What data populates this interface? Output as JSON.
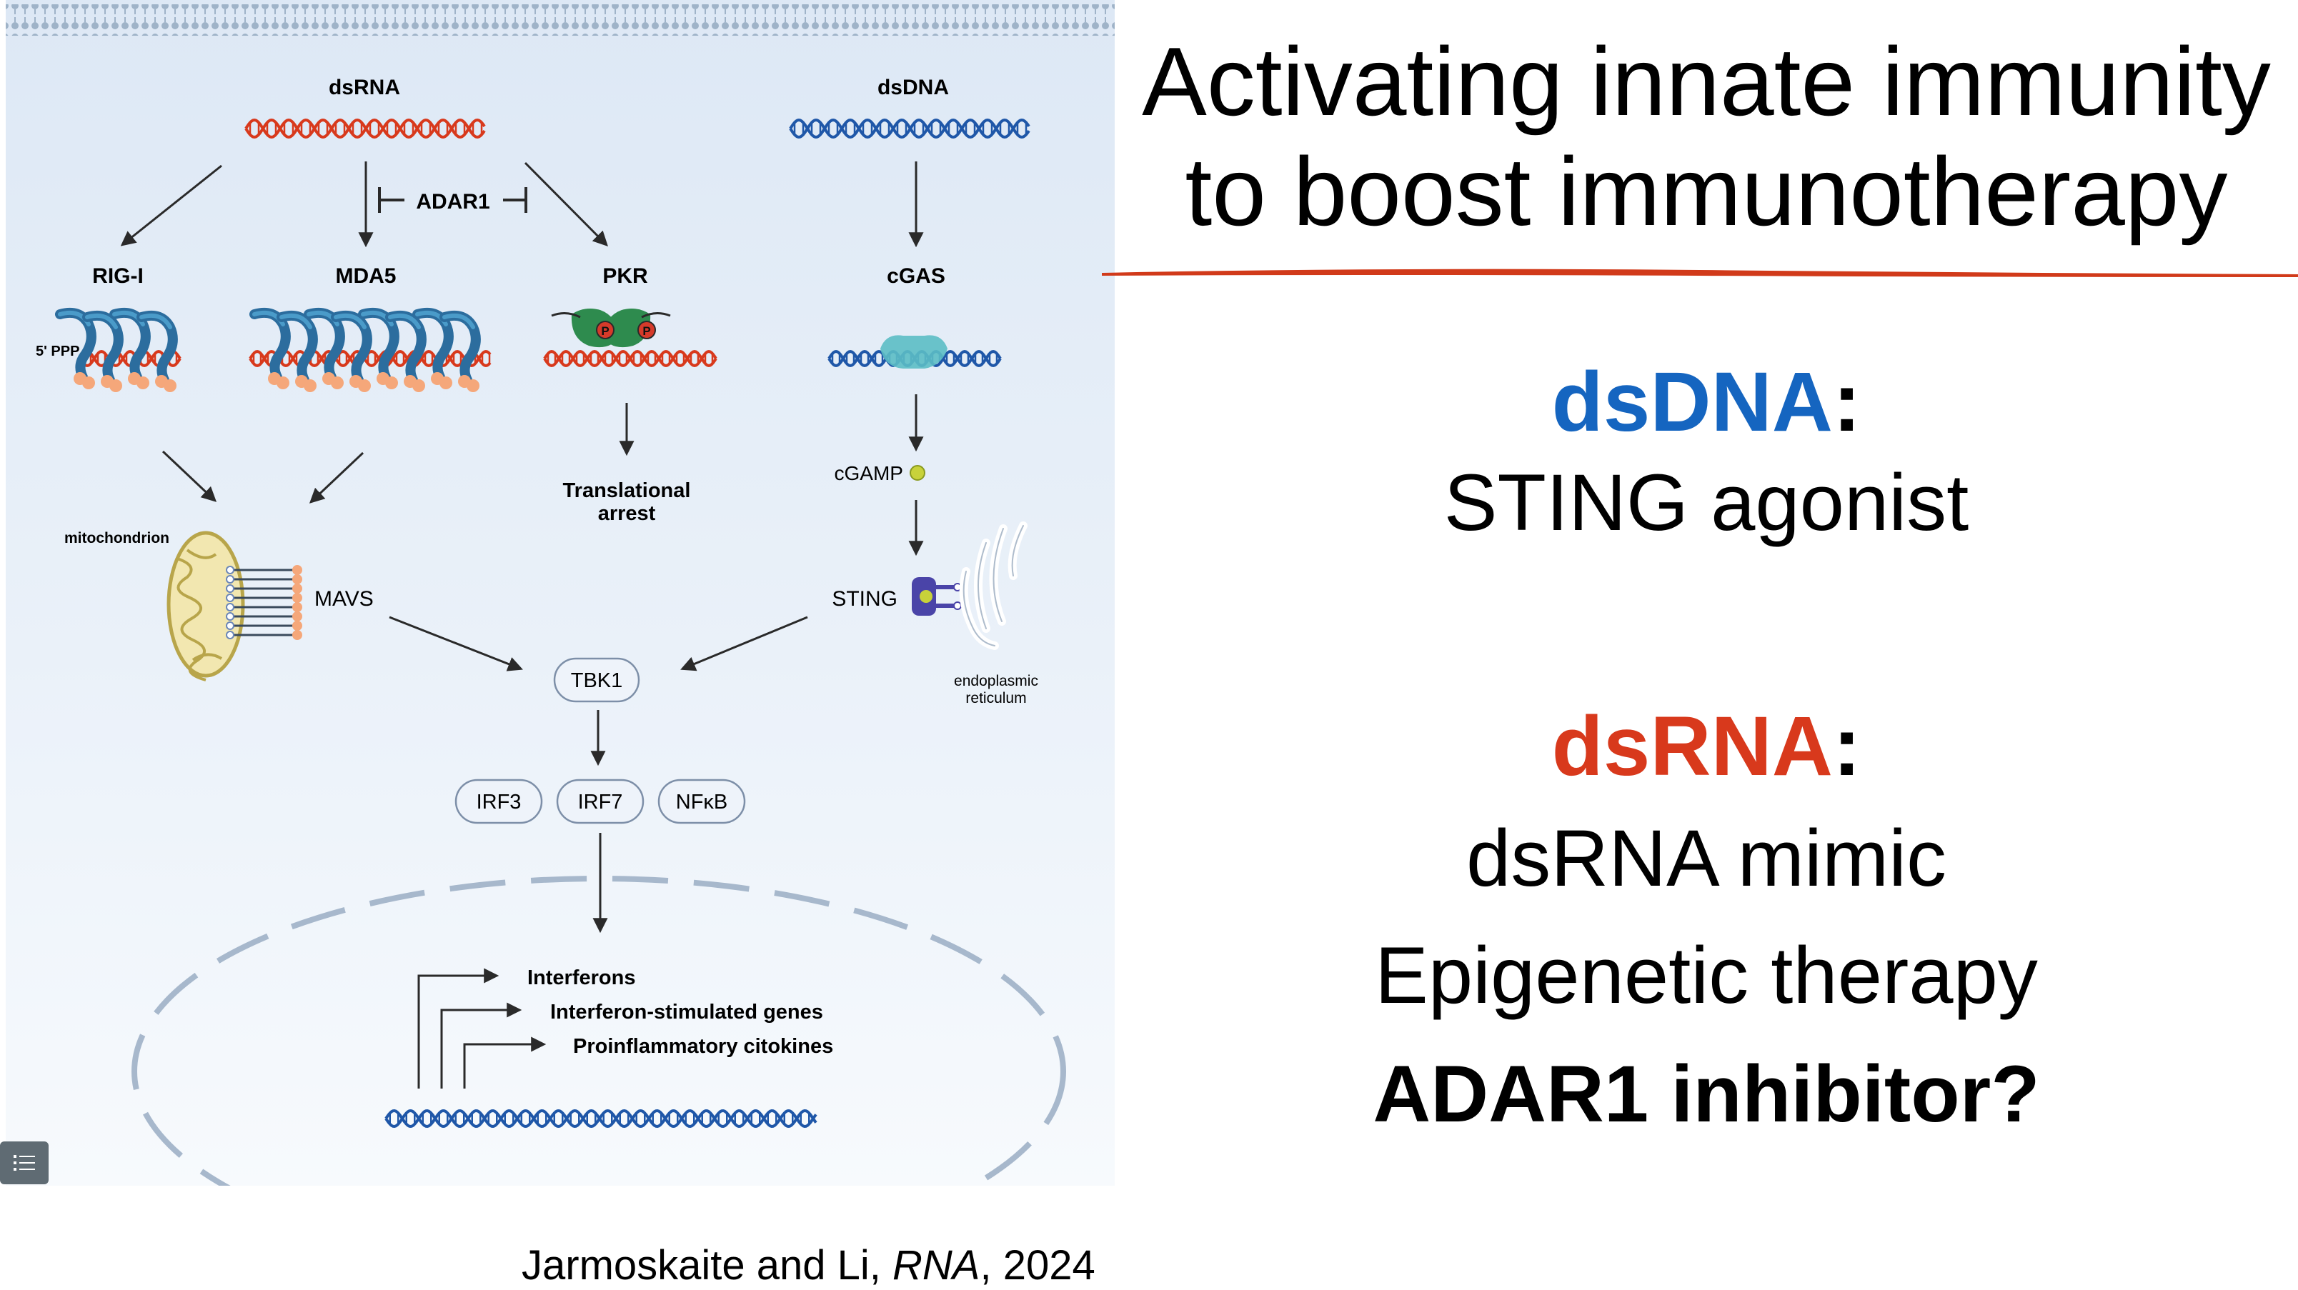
{
  "slide": {
    "title_line1": "Activating innate immunity",
    "title_line2": "to boost immunotherapy",
    "dsdna_heading": "dsDNA",
    "dsdna_colon": ":",
    "dsdna_item1": "STING agonist",
    "dsrna_heading": "dsRNA",
    "dsrna_colon": ":",
    "dsrna_item1": "dsRNA mimic",
    "dsrna_item2": "Epigenetic therapy",
    "dsrna_item3": "ADAR1 inhibitor?",
    "citation_authors": "Jarmoskaite and Li, ",
    "citation_journal": "RNA",
    "citation_year": ", 2024",
    "colors": {
      "dsdna_blue": "#1565c0",
      "dsrna_red": "#d8391c",
      "underline_red": "#d13a1a"
    }
  },
  "diagram": {
    "dsRNA_label": "dsRNA",
    "dsDNA_label": "dsDNA",
    "adar1_label": "ADAR1",
    "rigi_label": "RIG-I",
    "mda5_label": "MDA5",
    "pkr_label": "PKR",
    "cgas_label": "cGAS",
    "ppp_label": "5' PPP",
    "p1": "P",
    "p2": "P",
    "translational_line1": "Translational",
    "translational_line2": "arrest",
    "cgamp_label": "cGAMP",
    "mitochondrion_label": "mitochondrion",
    "mavs_label": "MAVS",
    "sting_label": "STING",
    "er_line1": "endoplasmic",
    "er_line2": "reticulum",
    "tbk1_label": "TBK1",
    "irf3_label": "IRF3",
    "irf7_label": "IRF7",
    "nfkb_label": "NFκB",
    "gene1": "Interferons",
    "gene2": "Interferon-stimulated genes",
    "gene3": "Proinflammatory citokines"
  },
  "icons": {
    "menu": "list-icon"
  }
}
